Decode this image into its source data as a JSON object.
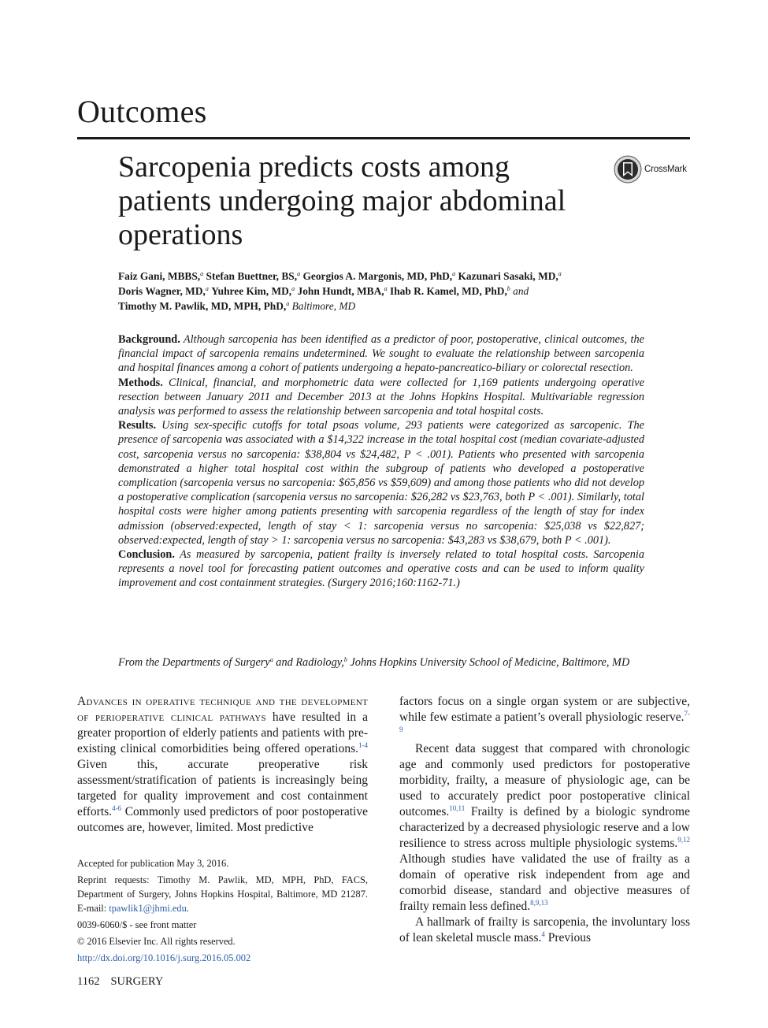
{
  "section": "Outcomes",
  "title": "Sarcopenia predicts costs among patients undergoing major abdominal operations",
  "crossmark_label": "CrossMark",
  "authors": {
    "row1": [
      {
        "name": "Faiz Gani, MBBS,",
        "sup": "a"
      },
      {
        "name": "Stefan Buettner, BS,",
        "sup": "a"
      },
      {
        "name": "Georgios A. Margonis, MD, PhD,",
        "sup": "a"
      },
      {
        "name": "Kazunari Sasaki, MD,",
        "sup": "a"
      }
    ],
    "row2": [
      {
        "name": "Doris Wagner, MD,",
        "sup": "a"
      },
      {
        "name": "Yuhree Kim, MD,",
        "sup": "a"
      },
      {
        "name": "John Hundt, MBA,",
        "sup": "a"
      },
      {
        "name": "Ihab R. Kamel, MD, PhD,",
        "sup": "b"
      }
    ],
    "row2_conj": "and",
    "row3": {
      "name": "Timothy M. Pawlik, MD, MPH, PhD,",
      "sup": "a",
      "location": "Baltimore, MD"
    }
  },
  "abstract": {
    "background_label": "Background.",
    "background": "Although sarcopenia has been identified as a predictor of poor, postoperative, clinical outcomes, the financial impact of sarcopenia remains undetermined. We sought to evaluate the relationship between sarcopenia and hospital finances among a cohort of patients undergoing a hepato-pancreatico-biliary or colorectal resection.",
    "methods_label": "Methods.",
    "methods": "Clinical, financial, and morphometric data were collected for 1,169 patients undergoing operative resection between January 2011 and December 2013 at the Johns Hopkins Hospital. Multivariable regression analysis was performed to assess the relationship between sarcopenia and total hospital costs.",
    "results_label": "Results.",
    "results": "Using sex-specific cutoffs for total psoas volume, 293 patients were categorized as sarcopenic. The presence of sarcopenia was associated with a $14,322 increase in the total hospital cost (median covariate-adjusted cost, sarcopenia versus no sarcopenia: $38,804 vs $24,482, P < .001). Patients who presented with sarcopenia demonstrated a higher total hospital cost within the subgroup of patients who developed a postoperative complication (sarcopenia versus no sarcopenia: $65,856 vs $59,609) and among those patients who did not develop a postoperative complication (sarcopenia versus no sarcopenia: $26,282 vs $23,763, both P < .001). Similarly, total hospital costs were higher among patients presenting with sarcopenia regardless of the length of stay for index admission (observed:expected, length of stay < 1: sarcopenia versus no sarcopenia: $25,038 vs $22,827; observed:expected, length of stay > 1: sarcopenia versus no sarcopenia: $43,283 vs $38,679, both P < .001).",
    "conclusion_label": "Conclusion.",
    "conclusion": "As measured by sarcopenia, patient frailty is inversely related to total hospital costs. Sarcopenia represents a novel tool for forecasting patient outcomes and operative costs and can be used to inform quality improvement and cost containment strategies. (Surgery 2016;160:1162-71.)"
  },
  "affiliation": {
    "part1": "From the Departments of Surgery",
    "sup1": "a",
    "part2": " and Radiology,",
    "sup2": "b",
    "part3": " Johns Hopkins University School of Medicine, Baltimore, MD"
  },
  "body": {
    "left_lead": "Advances in operative technique and the development of perioperative clinical pathways",
    "left_p1a": " have resulted in a greater proportion of elderly patients and patients with pre-existing clinical comorbidities being offered operations.",
    "ref1": "1-4",
    "left_p1b": " Given this, accurate preoperative risk assessment/stratification of patients is increasingly being targeted for quality improvement and cost containment efforts.",
    "ref2": "4-6",
    "left_p1c": " Commonly used predictors of poor postoperative outcomes are, however, limited. Most predictive",
    "right_p1": "factors focus on a single organ system or are subjective, while few estimate a patient’s overall physiologic reserve.",
    "ref3": "7-9",
    "right_p2a": "Recent data suggest that compared with chronologic age and commonly used predictors for postoperative morbidity, frailty, a measure of physiologic age, can be used to accurately predict poor postoperative clinical outcomes.",
    "ref4": "10,11",
    "right_p2b": " Frailty is defined by a biologic syndrome characterized by a decreased physiologic reserve and a low resilience to stress across multiple physiologic systems.",
    "ref5": "9,12",
    "right_p2c": " Although studies have validated the use of frailty as a domain of operative risk independent from age and comorbid disease, standard and objective measures of frailty remain less defined.",
    "ref6": "8,9,13",
    "right_p3a": "A hallmark of frailty is sarcopenia, the involuntary loss of lean skeletal muscle mass.",
    "ref7": "4",
    "right_p3b": " Previous"
  },
  "footnotes": {
    "accepted": "Accepted for publication May 3, 2016.",
    "reprint": "Reprint requests: Timothy M. Pawlik, MD, MPH, PhD, FACS, Department of Surgery, Johns Hopkins Hospital, Baltimore, MD 21287. E-mail:",
    "email": "tpawlik1@jhmi.edu",
    "reprint_end": ".",
    "issn": "0039-6060/$ - see front matter",
    "copyright": "© 2016 Elsevier Inc. All rights reserved.",
    "doi": "http://dx.doi.org/10.1016/j.surg.2016.05.002"
  },
  "footer": {
    "page": "1162",
    "journal": "SURGERY"
  }
}
